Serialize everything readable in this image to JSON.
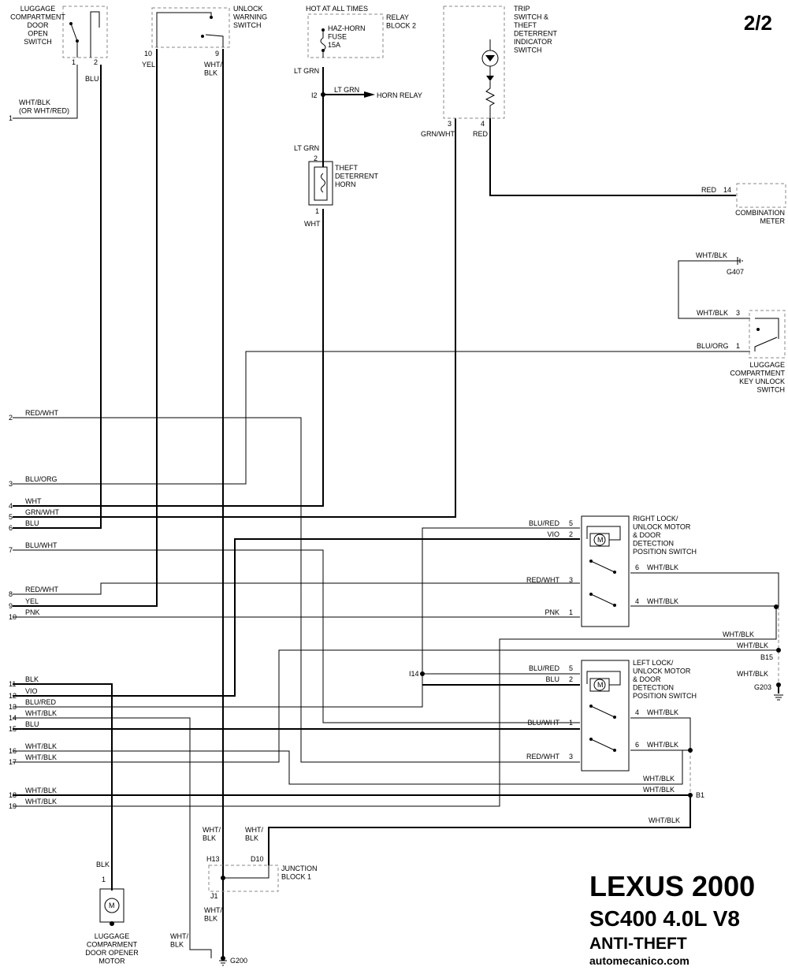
{
  "page": "2/2",
  "title": {
    "make_year": "LEXUS 2000",
    "model": "SC400 4.0L V8",
    "system": "ANTI-THEFT",
    "site": "automecanico.com"
  },
  "left_pins": [
    {
      "num": "1",
      "wire": "WHT/BLK\n(OR WHT/RED)"
    },
    {
      "num": "2",
      "wire": "RED/WHT"
    },
    {
      "num": "3",
      "wire": "BLU/ORG"
    },
    {
      "num": "4",
      "wire": "WHT"
    },
    {
      "num": "5",
      "wire": "GRN/WHT"
    },
    {
      "num": "6",
      "wire": "BLU"
    },
    {
      "num": "7",
      "wire": "BLU/WHT"
    },
    {
      "num": "8",
      "wire": "RED/WHT"
    },
    {
      "num": "9",
      "wire": "YEL"
    },
    {
      "num": "10",
      "wire": "PNK"
    },
    {
      "num": "11",
      "wire": "BLK"
    },
    {
      "num": "12",
      "wire": "VIO"
    },
    {
      "num": "13",
      "wire": "BLU/RED"
    },
    {
      "num": "14",
      "wire": "WHT/BLK"
    },
    {
      "num": "15",
      "wire": "BLU"
    },
    {
      "num": "16",
      "wire": "WHT/BLK"
    },
    {
      "num": "17",
      "wire": "WHT/BLK"
    },
    {
      "num": "18",
      "wire": "WHT/BLK"
    },
    {
      "num": "19",
      "wire": "WHT/BLK"
    }
  ],
  "components": {
    "lug_door_sw": {
      "name": "LUGGAGE\nCOMPARTMENT\nDOOR\nOPEN\nSWITCH",
      "pin1": "1",
      "pin2": "2",
      "wire": "BLU"
    },
    "unlock_warn": {
      "name": "UNLOCK\nWARNING\nSWITCH",
      "pin10": "10",
      "pin9": "9",
      "w10": "YEL",
      "w9": "WHT/\nBLK"
    },
    "relay_block": {
      "hot": "HOT AT ALL TIMES",
      "name": "RELAY\nBLOCK 2",
      "fuse": "HAZ-HORN\nFUSE\n15A",
      "w1": "LT GRN",
      "splice": "I2",
      "w2": "LT GRN",
      "dest": "HORN RELAY"
    },
    "horn": {
      "wire_in": "LT GRN",
      "pin2": "2",
      "name": "THEFT\nDETERRENT\nHORN",
      "pin1": "1",
      "wire_out": "WHT"
    },
    "trip_sw": {
      "name": "TRIP\nSWITCH &\nTHEFT\nDETERRENT\nINDICATOR\nSWITCH",
      "pin3": "3",
      "pin4": "4",
      "w3": "GRN/WHT",
      "w4": "RED"
    },
    "comb_meter": {
      "wire": "RED",
      "pin": "14",
      "name": "COMBINATION\nMETER"
    },
    "g407": {
      "wire": "WHT/BLK",
      "label": "G407"
    },
    "key_unlock": {
      "w3": "WHT/BLK",
      "pin3": "3",
      "w1": "BLU/ORG",
      "pin1": "1",
      "name": "LUGGAGE\nCOMPARTMENT\nKEY UNLOCK\nSWITCH"
    },
    "right_lock": {
      "name": "RIGHT LOCK/\nUNLOCK MOTOR\n& DOOR\nDETECTION\nPOSITION SWITCH",
      "left": [
        {
          "wire": "BLU/RED",
          "pin": "5"
        },
        {
          "wire": "VIO",
          "pin": "2"
        },
        {
          "wire": "RED/WHT",
          "pin": "3"
        },
        {
          "wire": "PNK",
          "pin": "1"
        }
      ],
      "right": [
        {
          "pin": "6",
          "wire": "WHT/BLK"
        },
        {
          "pin": "4",
          "wire": "WHT/BLK"
        }
      ]
    },
    "left_lock": {
      "name": "LEFT LOCK/\nUNLOCK MOTOR\n& DOOR\nDETECTION\nPOSITION SWITCH",
      "left": [
        {
          "wire": "BLU/RED",
          "pin": "5"
        },
        {
          "wire": "BLU",
          "pin": "2"
        },
        {
          "wire": "BLU/WHT",
          "pin": "1"
        },
        {
          "wire": "RED/WHT",
          "pin": "3"
        }
      ],
      "right": [
        {
          "pin": "4",
          "wire": "WHT/BLK"
        },
        {
          "pin": "6",
          "wire": "WHT/BLK"
        }
      ]
    },
    "splice_i14": "I14",
    "b15": {
      "w1": "WHT/BLK",
      "w2": "WHT/BLK",
      "label": "B15",
      "w3": "WHT/BLK",
      "ground": "G203"
    },
    "b1": {
      "w1": "WHT/BLK",
      "w2": "WHT/BLK",
      "label": "B1",
      "w3": "WHT/BLK"
    },
    "junction": {
      "h13": "H13",
      "d10": "D10",
      "j1": "J1",
      "name": "JUNCTION\nBLOCK 1",
      "w_h13": "WHT/\nBLK",
      "w_d10": "WHT/\nBLK",
      "w_j1": "WHT/\nBLK",
      "w_g": "WHT/\nBLK",
      "ground": "G200"
    },
    "opener": {
      "wire": "BLK",
      "pin": "1",
      "name": "LUGGAGE\nCOMPARMENT\nDOOR OPENER\nMOTOR"
    }
  }
}
